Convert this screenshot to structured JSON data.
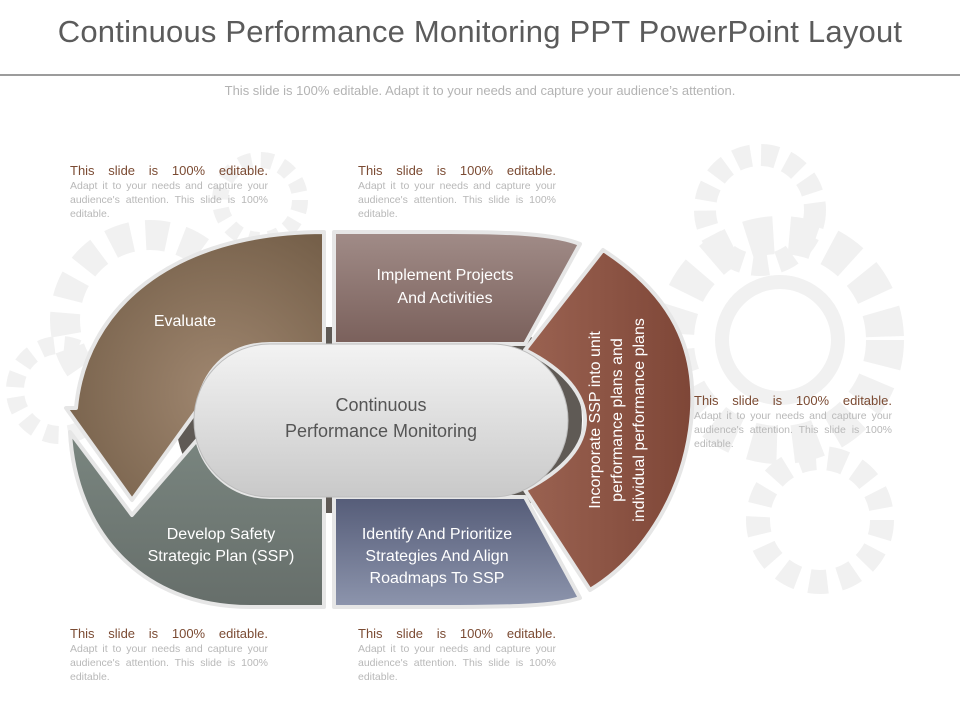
{
  "title": "Continuous Performance Monitoring PPT PowerPoint Layout",
  "subtitle": "This slide is 100% editable. Adapt it to your needs and capture your audience’s attention.",
  "notes": [
    {
      "head": "This slide is 100% editable.",
      "body": "Adapt it to your needs and capture your audience's attention. This slide is 100% editable."
    },
    {
      "head": "This slide is 100% editable.",
      "body": "Adapt it to your needs and capture your audience's attention. This slide is 100% editable."
    },
    {
      "head": "This slide is 100% editable.",
      "body": "Adapt it to your needs and capture your audience's attention. This slide is 100% editable."
    },
    {
      "head": "This slide is 100% editable.",
      "body": "Adapt it to your needs and capture your audience's attention. This slide is 100% editable."
    },
    {
      "head": "This slide is 100% editable.",
      "body": "Adapt it to your needs and capture your audience's attention. This slide is 100% editable."
    }
  ],
  "diagram": {
    "center": {
      "line1": "Continuous",
      "line2": "Performance Monitoring"
    },
    "evaluate": {
      "line1": "Evaluate"
    },
    "implement": {
      "line1": "Implement Projects",
      "line2": "And Activities"
    },
    "develop": {
      "line1": "Develop Safety",
      "line2": "Strategic Plan (SSP)"
    },
    "identify": {
      "line1": "Identify And Prioritize",
      "line2": "Strategies And Align",
      "line3": "Roadmaps To SSP"
    },
    "incorporate": {
      "line1": "Incorporate SSP into unit",
      "line2": "performance plans and",
      "line3": "individual performance plans"
    }
  },
  "colors": {
    "evaluate": "#7b6650",
    "implement": "#8a706c",
    "develop": "#6f7974",
    "identify": "#626b87",
    "incorporate": "#8c5444",
    "note_head": "#7b4b33"
  }
}
